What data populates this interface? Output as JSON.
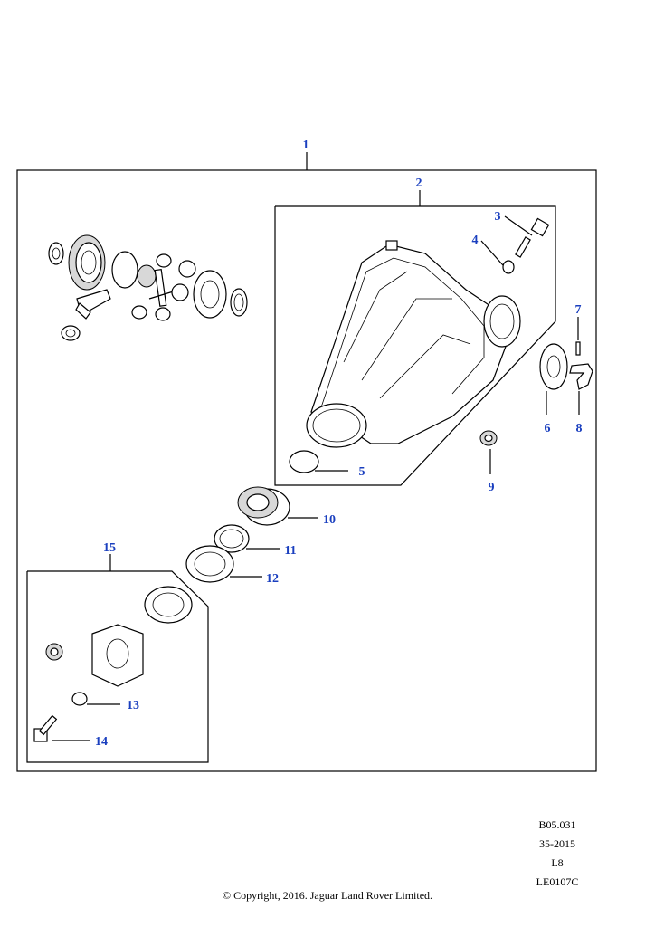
{
  "callouts": [
    "1",
    "2",
    "3",
    "4",
    "5",
    "6",
    "7",
    "8",
    "9",
    "10",
    "11",
    "12",
    "13",
    "14",
    "15"
  ],
  "meta": {
    "ref": "B05.031",
    "date_code": "35-2015",
    "model": "L8",
    "illustration_id": "LE0107C"
  },
  "copyright": "© Copyright, 2016. Jaguar Land Rover Limited."
}
